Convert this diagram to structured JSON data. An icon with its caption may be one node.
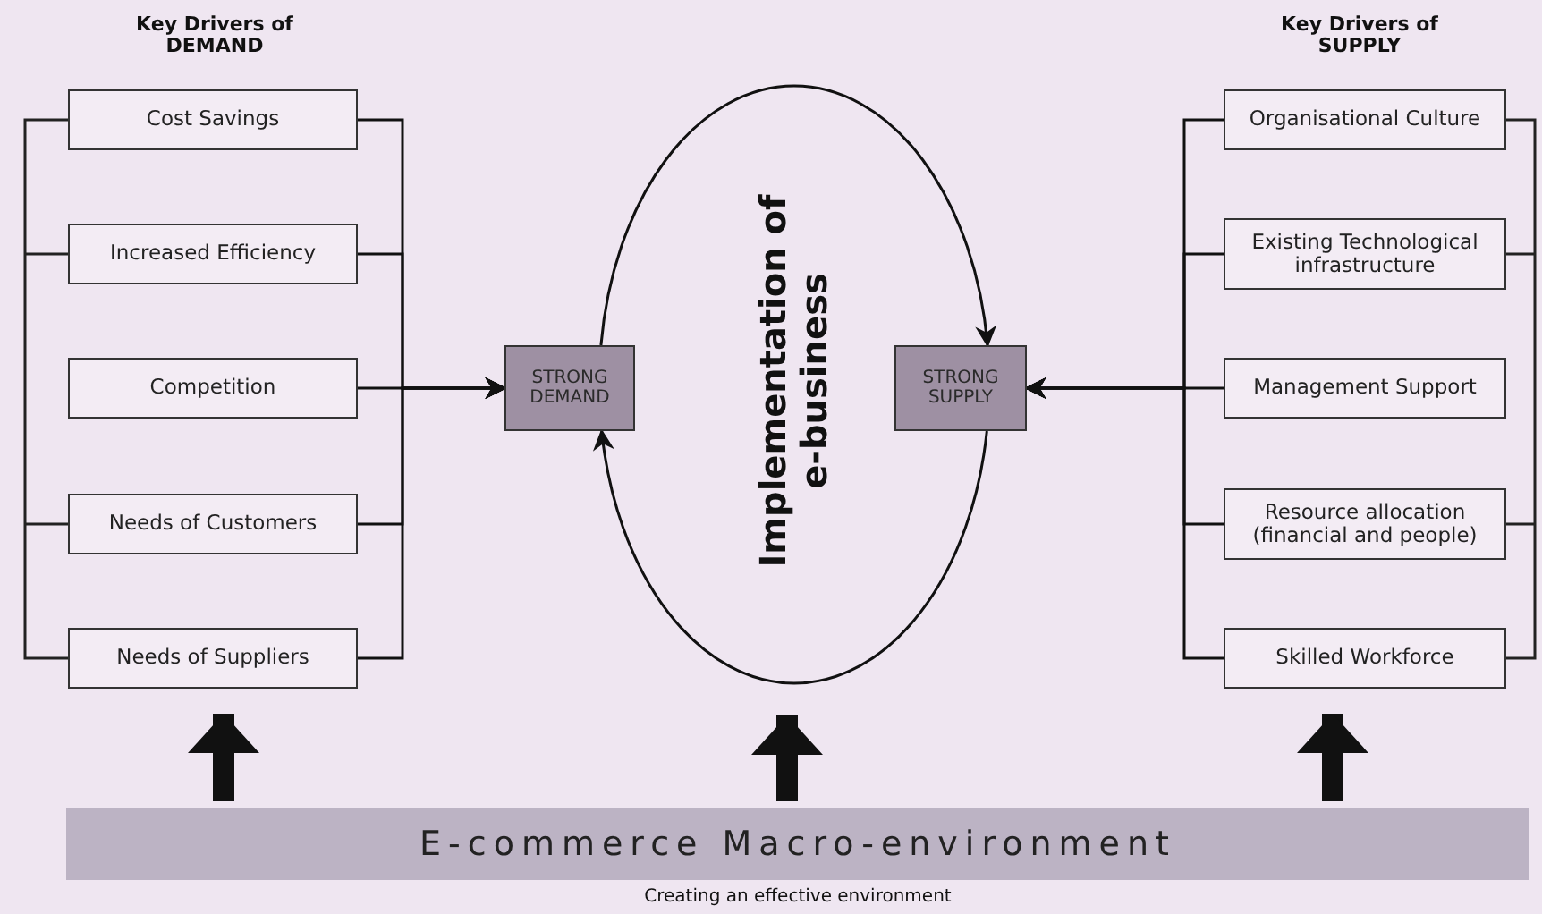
{
  "diagram": {
    "nodes": [
      {
        "text": [
          "Cost Savings"
        ]
      },
      {
        "text": [
          "Increased Efficiency"
        ]
      },
      {
        "text": [
          "Competition"
        ]
      },
      {
        "text": [
          "Needs of Customers"
        ]
      },
      {
        "text": [
          "Needs of Suppliers"
        ]
      },
      {
        "text": [
          "STRONG DEMAND"
        ]
      },
      {
        "text": [
          "STRONG SUPPLY"
        ]
      },
      {
        "text": [
          "Organisational Culture"
        ]
      },
      {
        "text": [
          "Existing Technological infrastructure"
        ]
      },
      {
        "text": [
          "Management Support"
        ]
      },
      {
        "text": [
          "Resource allocation (financial and people)"
        ]
      },
      {
        "text": [
          "Skilled Workforce"
        ]
      },
      {
        "text": [
          "E-commerce Macro-environment"
        ]
      }
    ],
    "edges": [
      {
        "from": 0,
        "to": 5,
        "arrow": "to"
      },
      {
        "from": 1,
        "to": 5,
        "arrow": "to"
      },
      {
        "from": 2,
        "to": 5,
        "arrow": "to"
      },
      {
        "from": 3,
        "to": 5,
        "arrow": "to"
      },
      {
        "from": 4,
        "to": 5,
        "arrow": "to"
      },
      {
        "from": 5,
        "to": 6,
        "arrow": "to"
      },
      {
        "from": 6,
        "to": 5,
        "arrow": "to"
      },
      {
        "from": 7,
        "to": 6,
        "arrow": "to"
      },
      {
        "from": 8,
        "to": 6,
        "arrow": "to"
      },
      {
        "from": 9,
        "to": 6,
        "arrow": "to"
      },
      {
        "from": 10,
        "to": 6,
        "arrow": "to"
      },
      {
        "from": 11,
        "to": 6,
        "arrow": "to"
      },
      {
        "from": 12,
        "to": 4,
        "arrow": "to",
        "style": "thick"
      },
      {
        "from": 12,
        "to": null,
        "arrow": "to",
        "style": "thick"
      },
      {
        "from": 12,
        "to": 11,
        "arrow": "to",
        "style": "thick"
      }
    ],
    "labels": [
      "Key Drivers of DEMAND",
      "Key Drivers of SUPPLY",
      "Implementation of e-business",
      "Creating an effective environment"
    ]
  }
}
